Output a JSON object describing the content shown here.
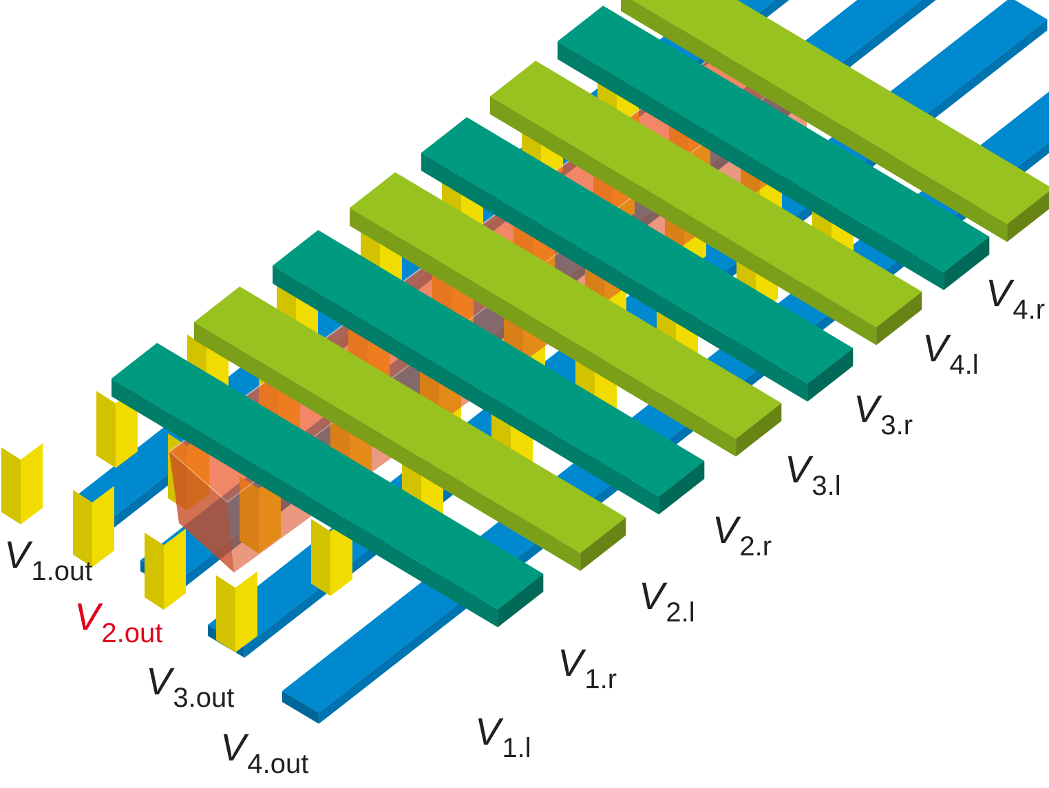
{
  "labels": {
    "out": [
      {
        "var": "V",
        "sub": "1.out",
        "color": "#231f20"
      },
      {
        "var": "V",
        "sub": "2.out",
        "color": "#e3001b"
      },
      {
        "var": "V",
        "sub": "3.out",
        "color": "#231f20"
      },
      {
        "var": "V",
        "sub": "4.out",
        "color": "#231f20"
      }
    ],
    "gates": [
      {
        "var": "V",
        "sub": "1.l"
      },
      {
        "var": "V",
        "sub": "1.r"
      },
      {
        "var": "V",
        "sub": "2.l"
      },
      {
        "var": "V",
        "sub": "2.r"
      },
      {
        "var": "V",
        "sub": "3.l"
      },
      {
        "var": "V",
        "sub": "3.r"
      },
      {
        "var": "V",
        "sub": "4.l"
      },
      {
        "var": "V",
        "sub": "4.r"
      }
    ]
  },
  "colors": {
    "bottom_bars": "#0089cf",
    "pillars": "#f0dc00",
    "gate_left": "#009a80",
    "gate_right": "#97c21f",
    "highlight_box": "#ee5a2e",
    "highlight_label": "#e3001b"
  }
}
